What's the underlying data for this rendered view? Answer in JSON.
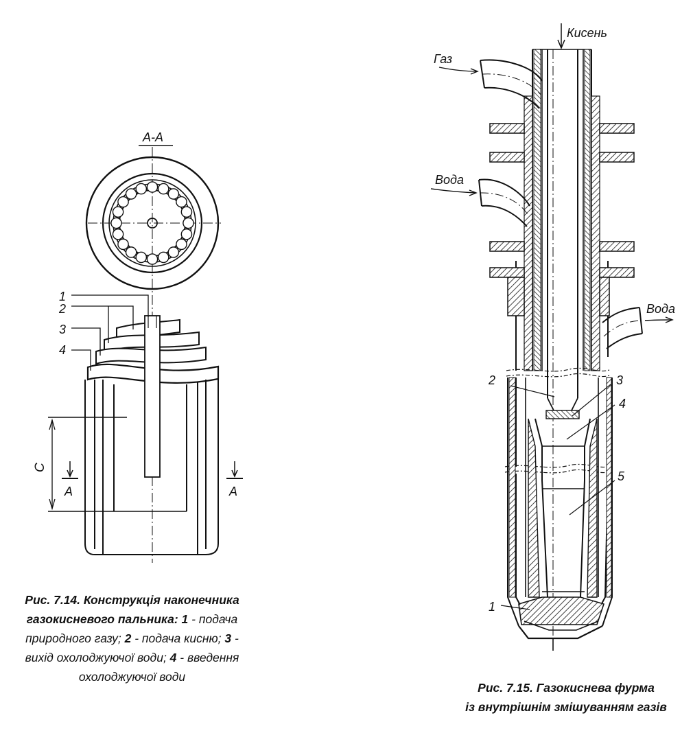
{
  "figure_714": {
    "section_label": "A-A",
    "callouts": [
      "1",
      "2",
      "3",
      "4"
    ],
    "dimension_label": "C",
    "cut_marks": [
      "A",
      "A"
    ],
    "caption": {
      "title": "Рис. 7.14. Конструкція наконечника газокисневого пальника:",
      "items": [
        {
          "n": "1",
          "text": " - подача природного газу;"
        },
        {
          "n": "2",
          "text": " - подача кисню;"
        },
        {
          "n": "3",
          "text": " - вихід охолоджуючої води;"
        },
        {
          "n": "4",
          "text": " - введення охолоджуючої води"
        }
      ]
    }
  },
  "figure_715": {
    "flows": {
      "oxygen": "Кисень",
      "gas": "Газ",
      "water_in": "Вода",
      "water_out": "Вода"
    },
    "callouts": [
      "2",
      "3",
      "4",
      "5",
      "1"
    ],
    "caption": {
      "line1": "Рис. 7.15. Газокиснева фурма",
      "line2": "із внутрішнім змішуванням газів"
    }
  }
}
